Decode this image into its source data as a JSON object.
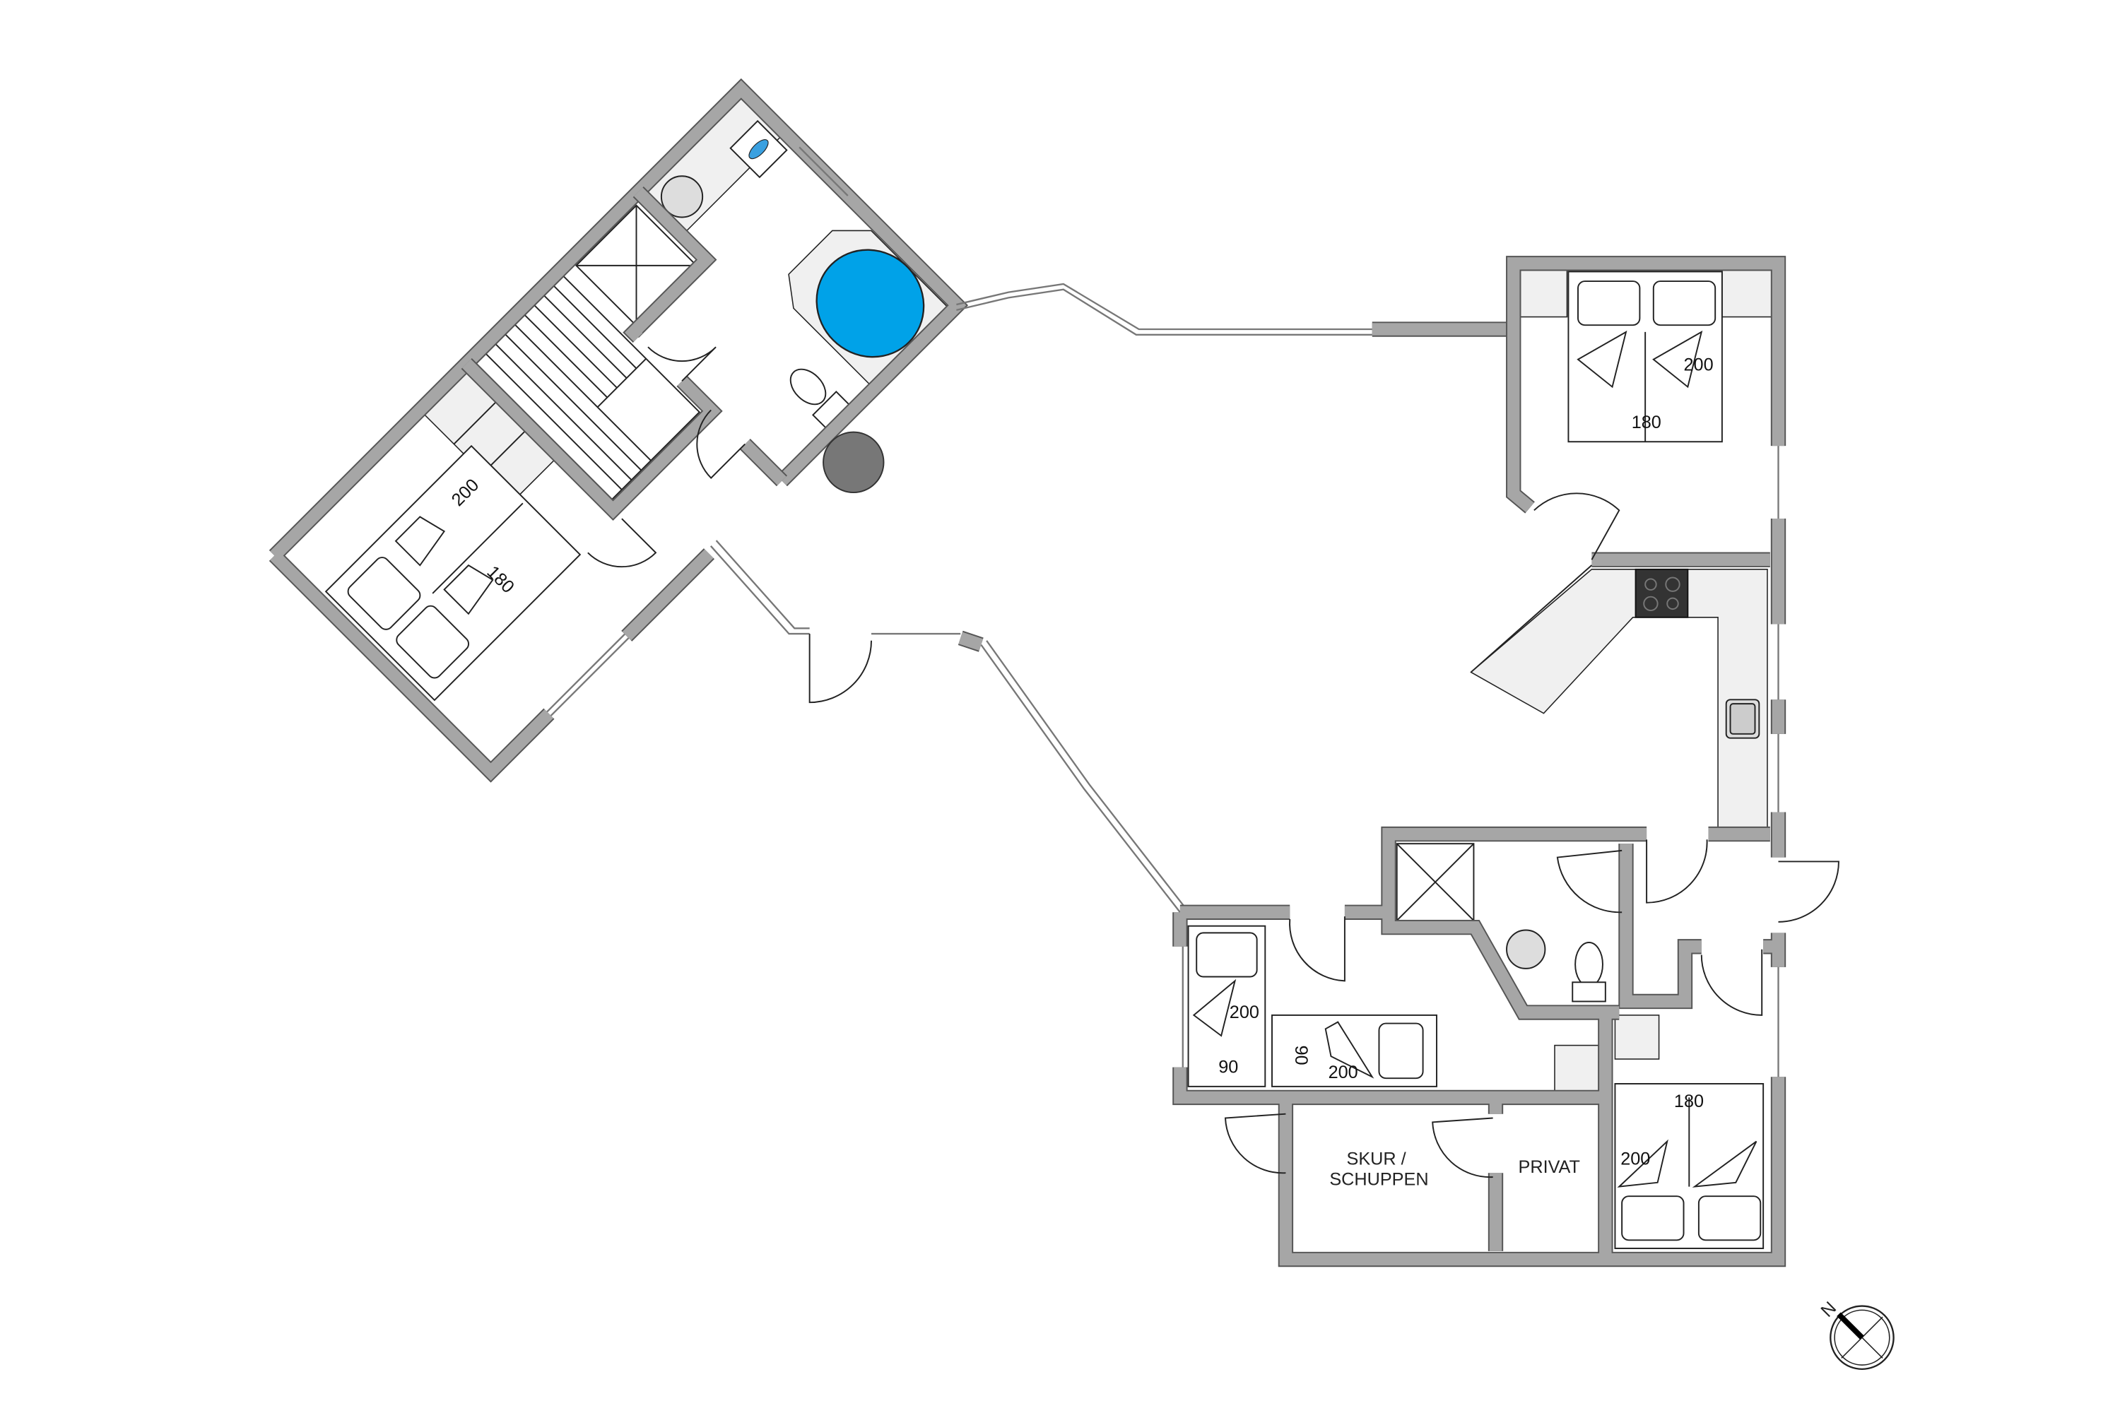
{
  "rooms": {
    "shed_line1": "SKUR /",
    "shed_line2": "SCHUPPEN",
    "private": "PRIVAT"
  },
  "bed_dimensions": {
    "west_bedroom_length": "200",
    "west_bedroom_width": "180",
    "northeast_bedroom_length": "200",
    "northeast_bedroom_width": "180",
    "bunk_bed_a_length": "200",
    "bunk_bed_a_width": "90",
    "bunk_bed_b_length": "200",
    "bunk_bed_b_width": "90",
    "southeast_bedroom_length": "200",
    "southeast_bedroom_width": "180"
  },
  "compass": {
    "label": "N"
  },
  "colors": {
    "wall": "#a6a6a6",
    "bathtub": "#00a2e8",
    "cabinet": "#f0f0f0",
    "stove": "#333333"
  }
}
